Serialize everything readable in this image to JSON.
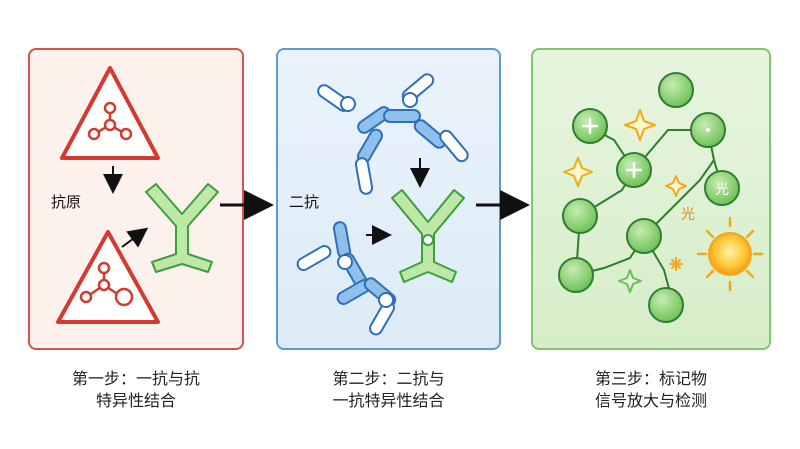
{
  "panels": {
    "step1": {
      "antigen_label": "抗原",
      "caption_line1": "第一步：一抗与抗",
      "caption_line2": "特异性结合"
    },
    "step2": {
      "secondary_label": "二抗",
      "caption_line1": "第二步：二抗与",
      "caption_line2": "一抗特异性结合"
    },
    "step3": {
      "light_label_1": "光",
      "light_label_2": "光",
      "caption_line1": "第三步：标记物",
      "caption_line2": "信号放大与检测"
    }
  },
  "colors": {
    "red": "#d9534a",
    "blue": "#5b9bd5",
    "green": "#7fc46f",
    "antibody_green": "#3f9e3a",
    "antibody_blue": "#3a78c8",
    "sparkle": "#f0a81c"
  }
}
